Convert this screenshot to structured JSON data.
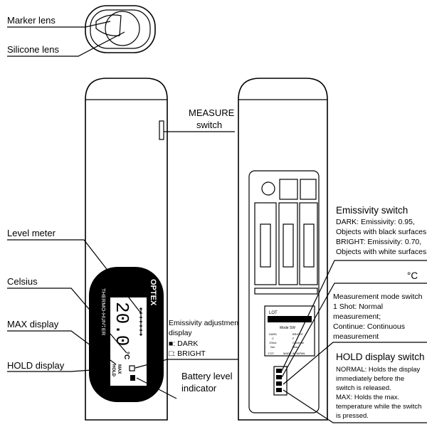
{
  "lens": {
    "marker": "Marker lens",
    "silicone": "Silicone lens"
  },
  "front": {
    "measure_switch": [
      "MEASURE",
      "switch"
    ],
    "level_meter": "Level meter",
    "celsius": "Celsius",
    "max_display": "MAX display",
    "hold_display": "HOLD display",
    "emissivity_display": [
      "Emissivity adjustment",
      "display",
      "■: DARK",
      "□: BRIGHT"
    ],
    "battery": [
      "Battery level",
      "indicator"
    ],
    "device": {
      "brand": "OPTEX",
      "model": "THERMO-HUNTER",
      "reading": "20.0",
      "unit": "°C",
      "max": "MAX",
      "hold": "HOLD"
    }
  },
  "back": {
    "emissivity_switch": {
      "title": "Emissivity switch",
      "lines": [
        "DARK: Emissivity: 0.95,",
        "Objects with black surfaces",
        "BRIGHT: Emissivity: 0.70,",
        "Objects with white surfaces"
      ]
    },
    "celsius": "°C",
    "mode_switch": {
      "title": "Measurement mode switch",
      "lines": [
        "1 Shot: Normal",
        "measurement;",
        "Continue: Continuous",
        "measurement"
      ]
    },
    "hold_switch": {
      "title": "HOLD display switch",
      "lines": [
        "NORMAL: Holds the display",
        "immediately before the",
        "switch is released.",
        "MAX: Holds the max.",
        "temperature while the switch",
        "is pressed."
      ]
    },
    "label_plate": {
      "lot": "LOT",
      "mode_sw": "Mode SW",
      "left": [
        "DARK",
        "C",
        "1Shot",
        "Nor"
      ],
      "right": [
        "BRIGHT",
        "F",
        "Continue",
        "Max"
      ],
      "footer": [
        "1727",
        "MADE IN JAPAN"
      ]
    }
  }
}
